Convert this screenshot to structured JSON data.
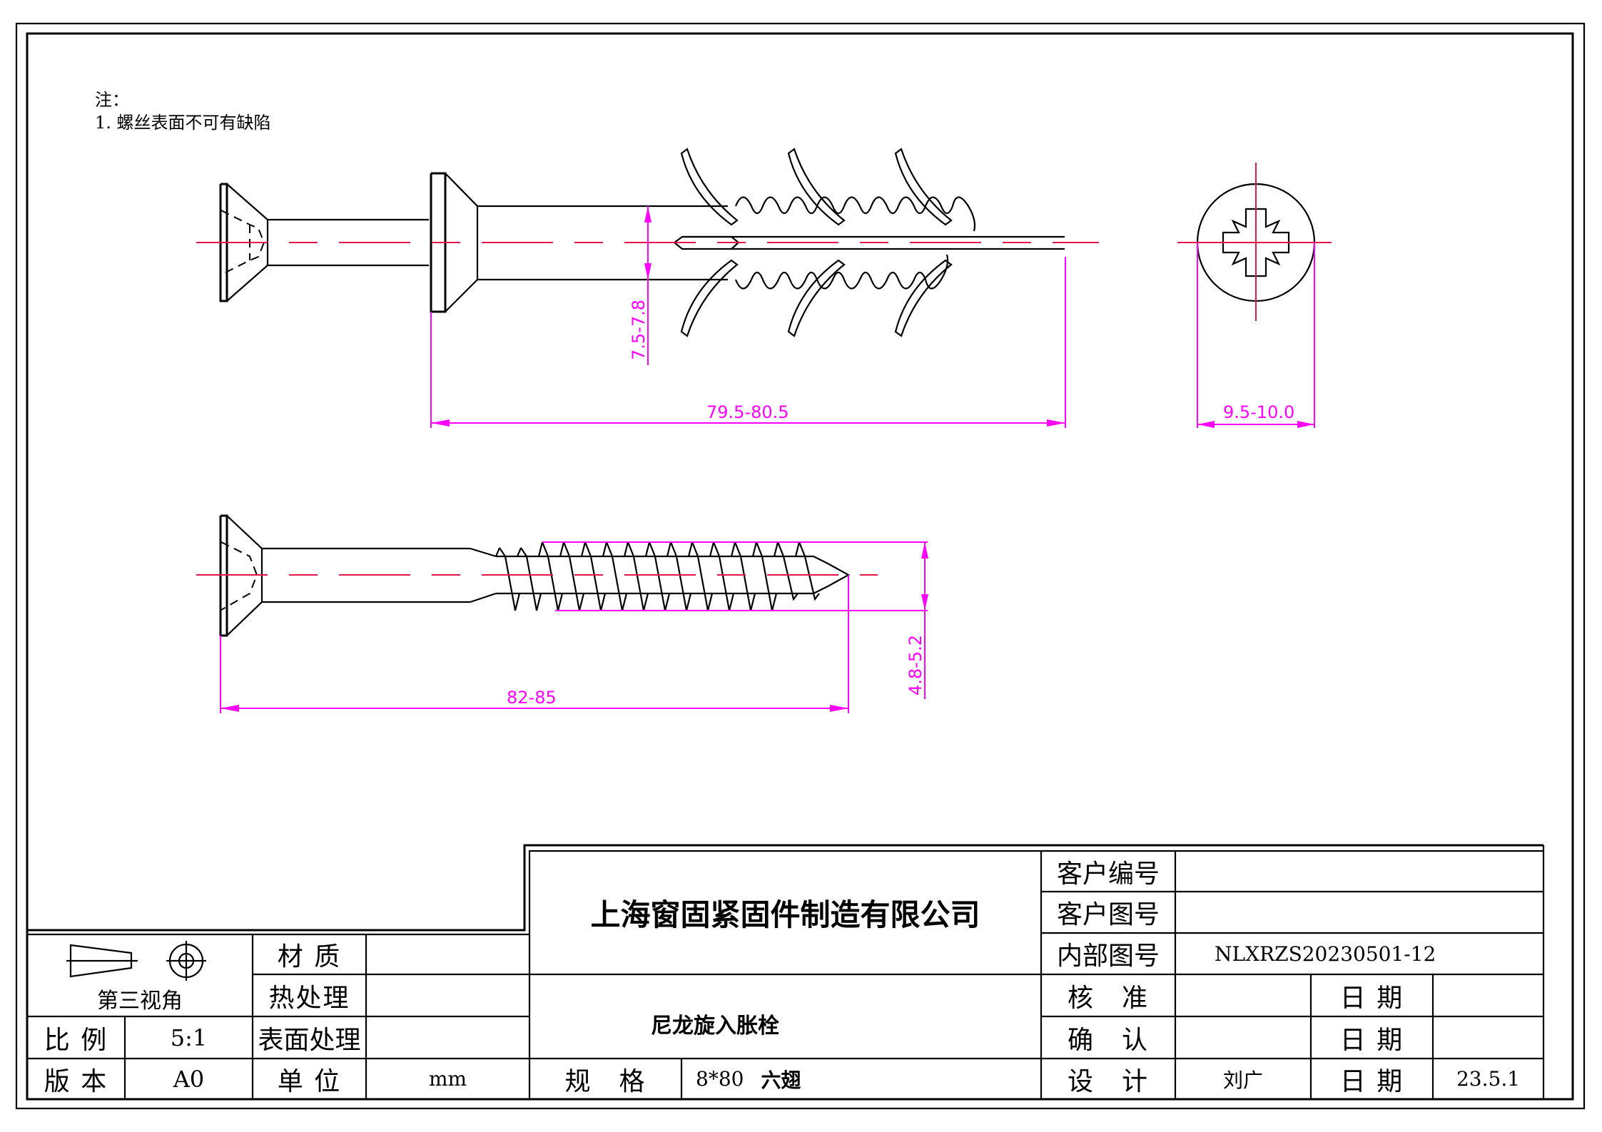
{
  "notes": {
    "title": "注：",
    "items": [
      "1. 螺丝表面不可有缺陷"
    ]
  },
  "dimensions": {
    "anchor_diameter": "7.5-7.8",
    "anchor_length": "79.5-80.5",
    "head_diameter": "9.5-10.0",
    "screw_length": "82-85",
    "screw_diameter": "4.8-5.2"
  },
  "colors": {
    "dimension": "#ff00ff",
    "centerline": "#e8144a",
    "outline": "#000000"
  },
  "title_block": {
    "projection_label": "第三视角",
    "company": "上海窗固紧固件制造有限公司",
    "product_name": "尼龙旋入胀栓",
    "material_label": "材 质",
    "material_value": "",
    "heat_treatment_label": "热处理",
    "heat_treatment_value": "",
    "surface_treatment_label": "表面处理",
    "surface_treatment_value": "",
    "scale_label": "比 例",
    "scale_value": "5:1",
    "version_label": "版 本",
    "version_value": "A0",
    "unit_label": "单 位",
    "unit_value": "mm",
    "spec_label": "规　格",
    "spec_value": "8*80",
    "spec_extra": "六翅",
    "customer_no_label": "客户编号",
    "customer_no_value": "",
    "customer_drawing_label": "客户图号",
    "customer_drawing_value": "",
    "internal_drawing_label": "内部图号",
    "internal_drawing_value": "NLXRZS20230501-12",
    "approve_label": "核　准",
    "approve_value": "",
    "confirm_label": "确　认",
    "confirm_value": "",
    "design_label": "设　计",
    "design_value": "刘广",
    "date_label": "日 期",
    "approve_date": "",
    "confirm_date": "",
    "design_date": "23.5.1"
  }
}
